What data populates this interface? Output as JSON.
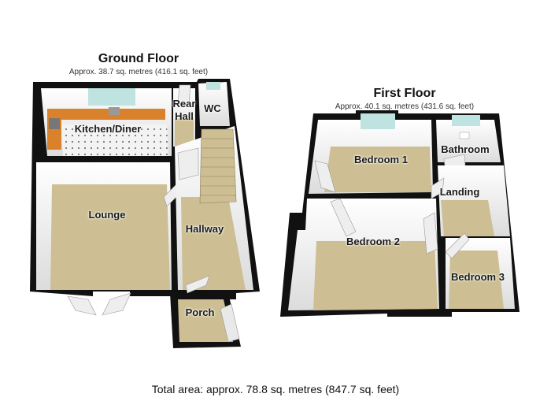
{
  "ground_floor": {
    "title": "Ground Floor",
    "area": "Approx. 38.7 sq. metres (416.1 sq. feet)",
    "rooms": {
      "kitchen": "Kitchen/Diner",
      "rear_hall_1": "Rear",
      "rear_hall_2": "Hall",
      "wc": "WC",
      "lounge": "Lounge",
      "hallway": "Hallway",
      "porch": "Porch"
    }
  },
  "first_floor": {
    "title": "First Floor",
    "area": "Approx. 40.1 sq. metres (431.6 sq. feet)",
    "rooms": {
      "bedroom1": "Bedroom 1",
      "bathroom": "Bathroom",
      "landing": "Landing",
      "bedroom2": "Bedroom 2",
      "bedroom3": "Bedroom 3"
    }
  },
  "total_area": "Total area: approx. 78.8 sq. metres (847.7 sq. feet)",
  "colors": {
    "wall": "#111111",
    "carpet": "#cdbf93",
    "wall_inner": "#e9e9e9",
    "kitchen_floor": "#f2f2f2",
    "worktop": "#d9822b",
    "window": "#bfe3e0"
  }
}
